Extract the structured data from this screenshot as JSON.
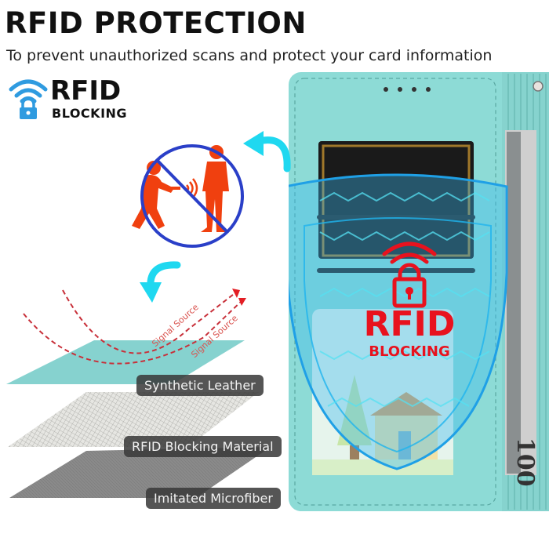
{
  "header": {
    "title": "RFID PROTECTION",
    "subtitle": "To prevent unauthorized scans and protect your card information"
  },
  "badge": {
    "title": "RFID",
    "subtitle": "BLOCKING",
    "icon": "wifi-lock-icon",
    "color": "#2f9be0"
  },
  "illustration": {
    "no_scanning_icon": "no-skimming-icon",
    "figure_color": "#f0400f",
    "prohibition_color": "#2a3fc8",
    "arrow_color": "#1fd8f0"
  },
  "layers": {
    "signal_label_1": "Signal Source",
    "signal_label_2": "Signal Source",
    "items": [
      {
        "label": "Synthetic Leather",
        "color": "#7fd0cc"
      },
      {
        "label": "RFID Blocking Material",
        "color": "#d8d8d4"
      },
      {
        "label": "Imitated Microfiber",
        "color": "#858585"
      }
    ]
  },
  "wallet": {
    "color": "#8ddbd6",
    "shield_color": "#3ab8f0",
    "shield_title": "RFID",
    "shield_subtitle": "BLOCKING",
    "shield_text_color": "#e8121e",
    "banknote_text": "100"
  }
}
